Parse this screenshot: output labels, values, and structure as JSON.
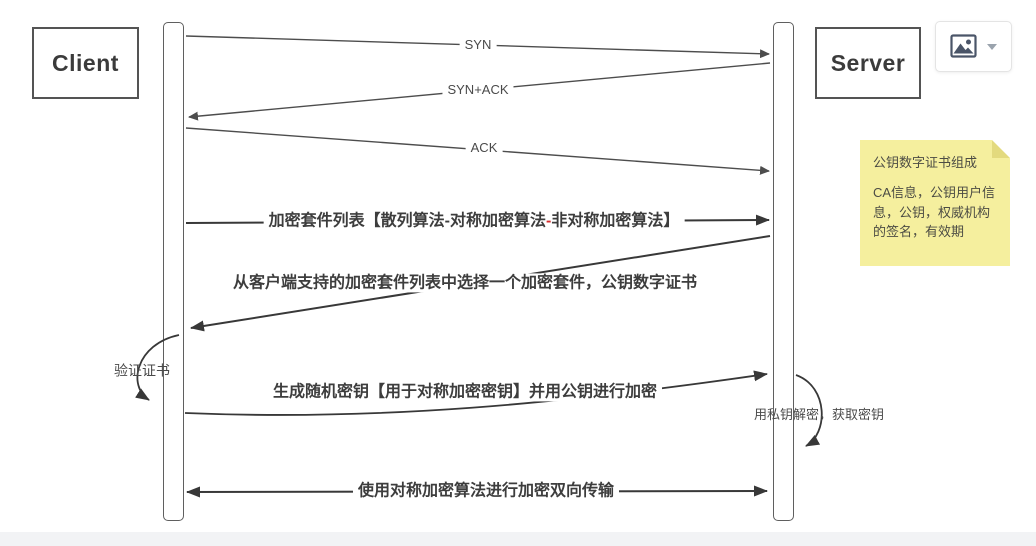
{
  "diagram": {
    "actors": {
      "client": "Client",
      "server": "Server"
    },
    "messages": {
      "syn": "SYN",
      "syn_ack": "SYN+ACK",
      "ack": "ACK",
      "cipher_list": {
        "prefix": "加密套件列表【散列算法-对称加密算法",
        "dash": "-",
        "suffix": "非对称加密算法】"
      },
      "select_cipher": "从客户端支持的加密套件列表中选择一个加密套件，公钥数字证书",
      "verify_cert": "验证证书",
      "generate_key": "生成随机密钥【用于对称加密密钥】并用公钥进行加密",
      "decrypt_key": "用私钥解密，获取密钥",
      "encrypted_transfer": "使用对称加密算法进行加密双向传输"
    },
    "note": {
      "title": "公钥数字证书组成",
      "body": "CA信息，公钥用户信息，公钥，权威机构的签名，有效期"
    }
  },
  "toolbar": {
    "image_button": {
      "icon": "image-icon",
      "chevron": "chevron-down-icon"
    }
  },
  "colors": {
    "note_bg": "#f5ef9e",
    "note_fold": "#e3da7e",
    "thin_line": "#4d4d4d",
    "thick_line": "#383838",
    "red_dash": "#d62b2b",
    "label_text": "#3d3d3d",
    "bottom_bar": "#f2f3f5"
  }
}
